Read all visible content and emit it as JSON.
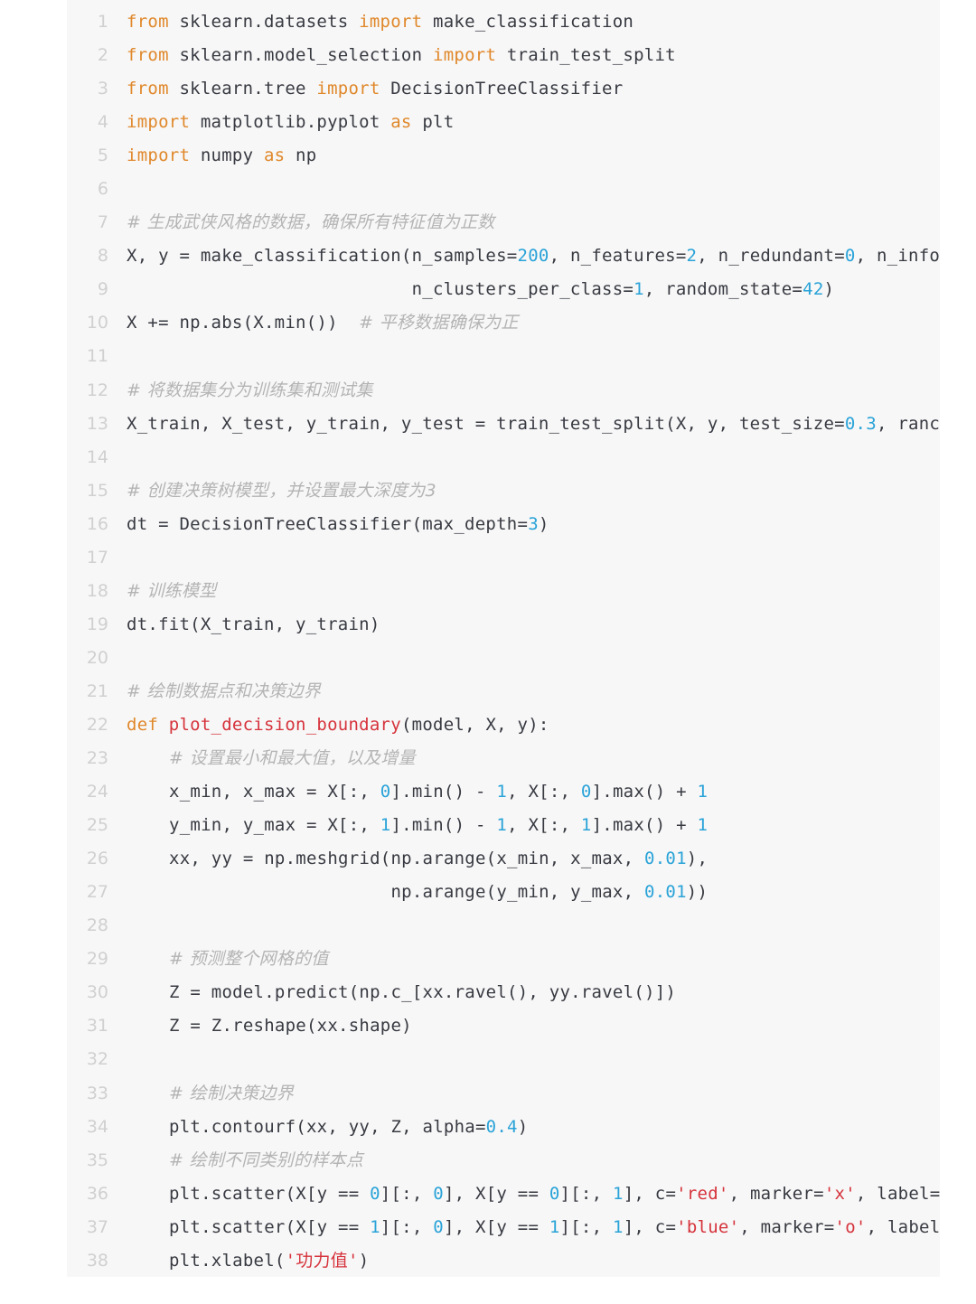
{
  "editor": {
    "colors": {
      "background": "#f7f7f7",
      "text": "#383a42",
      "keyword": "#e0882b",
      "number": "#2aa3d8",
      "string": "#d6333c",
      "function_name": "#d6333c",
      "comment": "#b4b4b4",
      "line_number": "#d0d0d0"
    },
    "lines": [
      {
        "n": "1",
        "indent": 0,
        "tokens": [
          {
            "t": "from",
            "c": "kw"
          },
          {
            "t": " sklearn.datasets "
          },
          {
            "t": "import",
            "c": "kw"
          },
          {
            "t": " make_classification"
          }
        ]
      },
      {
        "n": "2",
        "indent": 0,
        "tokens": [
          {
            "t": "from",
            "c": "kw"
          },
          {
            "t": " sklearn.model_selection "
          },
          {
            "t": "import",
            "c": "kw"
          },
          {
            "t": " train_test_split"
          }
        ]
      },
      {
        "n": "3",
        "indent": 0,
        "tokens": [
          {
            "t": "from",
            "c": "kw"
          },
          {
            "t": " sklearn.tree "
          },
          {
            "t": "import",
            "c": "kw"
          },
          {
            "t": " DecisionTreeClassifier"
          }
        ]
      },
      {
        "n": "4",
        "indent": 0,
        "tokens": [
          {
            "t": "import",
            "c": "kw"
          },
          {
            "t": " matplotlib.pyplot "
          },
          {
            "t": "as",
            "c": "kw"
          },
          {
            "t": " plt"
          }
        ]
      },
      {
        "n": "5",
        "indent": 0,
        "tokens": [
          {
            "t": "import",
            "c": "kw"
          },
          {
            "t": " numpy "
          },
          {
            "t": "as",
            "c": "kw"
          },
          {
            "t": " np"
          }
        ]
      },
      {
        "n": "6",
        "indent": 0,
        "tokens": []
      },
      {
        "n": "7",
        "indent": 0,
        "tokens": [
          {
            "t": "# 生成武侠风格的数据，确保所有特征值为正数",
            "c": "cm"
          }
        ]
      },
      {
        "n": "8",
        "indent": 0,
        "tokens": [
          {
            "t": "X, y = make_classification(n_samples="
          },
          {
            "t": "200",
            "c": "num"
          },
          {
            "t": ", n_features="
          },
          {
            "t": "2",
            "c": "num"
          },
          {
            "t": ", n_redundant="
          },
          {
            "t": "0",
            "c": "num"
          },
          {
            "t": ", n_info"
          }
        ]
      },
      {
        "n": "9",
        "indent": 0,
        "tokens": [
          {
            "t": "                           n_clusters_per_class="
          },
          {
            "t": "1",
            "c": "num"
          },
          {
            "t": ", random_state="
          },
          {
            "t": "42",
            "c": "num"
          },
          {
            "t": ")"
          }
        ]
      },
      {
        "n": "10",
        "indent": 0,
        "tokens": [
          {
            "t": "X += np.abs(X.min())  "
          },
          {
            "t": "# 平移数据确保为正",
            "c": "cm"
          }
        ]
      },
      {
        "n": "11",
        "indent": 0,
        "tokens": []
      },
      {
        "n": "12",
        "indent": 0,
        "tokens": [
          {
            "t": "# 将数据集分为训练集和测试集",
            "c": "cm"
          }
        ]
      },
      {
        "n": "13",
        "indent": 0,
        "tokens": [
          {
            "t": "X_train, X_test, y_train, y_test = train_test_split(X, y, test_size="
          },
          {
            "t": "0.3",
            "c": "num"
          },
          {
            "t": ", ranc"
          }
        ]
      },
      {
        "n": "14",
        "indent": 0,
        "tokens": []
      },
      {
        "n": "15",
        "indent": 0,
        "tokens": [
          {
            "t": "# 创建决策树模型，并设置最大深度为3",
            "c": "cm"
          }
        ]
      },
      {
        "n": "16",
        "indent": 0,
        "tokens": [
          {
            "t": "dt = DecisionTreeClassifier(max_depth="
          },
          {
            "t": "3",
            "c": "num"
          },
          {
            "t": ")"
          }
        ]
      },
      {
        "n": "17",
        "indent": 0,
        "tokens": []
      },
      {
        "n": "18",
        "indent": 0,
        "tokens": [
          {
            "t": "# 训练模型",
            "c": "cm"
          }
        ]
      },
      {
        "n": "19",
        "indent": 0,
        "tokens": [
          {
            "t": "dt.fit(X_train, y_train)"
          }
        ]
      },
      {
        "n": "20",
        "indent": 0,
        "tokens": []
      },
      {
        "n": "21",
        "indent": 0,
        "tokens": [
          {
            "t": "# 绘制数据点和决策边界",
            "c": "cm"
          }
        ]
      },
      {
        "n": "22",
        "indent": 0,
        "tokens": [
          {
            "t": "def",
            "c": "kw"
          },
          {
            "t": " "
          },
          {
            "t": "plot_decision_boundary",
            "c": "fn"
          },
          {
            "t": "(model, X, y):"
          }
        ]
      },
      {
        "n": "23",
        "indent": 1,
        "tokens": [
          {
            "t": "# 设置最小和最大值，以及增量",
            "c": "cm"
          }
        ]
      },
      {
        "n": "24",
        "indent": 1,
        "tokens": [
          {
            "t": "x_min, x_max = X[:, "
          },
          {
            "t": "0",
            "c": "num"
          },
          {
            "t": "].min() - "
          },
          {
            "t": "1",
            "c": "num"
          },
          {
            "t": ", X[:, "
          },
          {
            "t": "0",
            "c": "num"
          },
          {
            "t": "].max() + "
          },
          {
            "t": "1",
            "c": "num"
          }
        ]
      },
      {
        "n": "25",
        "indent": 1,
        "tokens": [
          {
            "t": "y_min, y_max = X[:, "
          },
          {
            "t": "1",
            "c": "num"
          },
          {
            "t": "].min() - "
          },
          {
            "t": "1",
            "c": "num"
          },
          {
            "t": ", X[:, "
          },
          {
            "t": "1",
            "c": "num"
          },
          {
            "t": "].max() + "
          },
          {
            "t": "1",
            "c": "num"
          }
        ]
      },
      {
        "n": "26",
        "indent": 1,
        "tokens": [
          {
            "t": "xx, yy = np.meshgrid(np.arange(x_min, x_max, "
          },
          {
            "t": "0.01",
            "c": "num"
          },
          {
            "t": "),"
          }
        ]
      },
      {
        "n": "27",
        "indent": 1,
        "tokens": [
          {
            "t": "                     np.arange(y_min, y_max, "
          },
          {
            "t": "0.01",
            "c": "num"
          },
          {
            "t": "))"
          }
        ]
      },
      {
        "n": "28",
        "indent": 0,
        "tokens": []
      },
      {
        "n": "29",
        "indent": 1,
        "tokens": [
          {
            "t": "# 预测整个网格的值",
            "c": "cm"
          }
        ]
      },
      {
        "n": "30",
        "indent": 1,
        "tokens": [
          {
            "t": "Z = model.predict(np.c_[xx.ravel(), yy.ravel()])"
          }
        ]
      },
      {
        "n": "31",
        "indent": 1,
        "tokens": [
          {
            "t": "Z = Z.reshape(xx.shape)"
          }
        ]
      },
      {
        "n": "32",
        "indent": 0,
        "tokens": []
      },
      {
        "n": "33",
        "indent": 1,
        "tokens": [
          {
            "t": "# 绘制决策边界",
            "c": "cm"
          }
        ]
      },
      {
        "n": "34",
        "indent": 1,
        "tokens": [
          {
            "t": "plt.contourf(xx, yy, Z, alpha="
          },
          {
            "t": "0.4",
            "c": "num"
          },
          {
            "t": ")"
          }
        ]
      },
      {
        "n": "35",
        "indent": 1,
        "tokens": [
          {
            "t": "# 绘制不同类别的样本点",
            "c": "cm"
          }
        ]
      },
      {
        "n": "36",
        "indent": 1,
        "tokens": [
          {
            "t": "plt.scatter(X[y == "
          },
          {
            "t": "0",
            "c": "num"
          },
          {
            "t": "][:, "
          },
          {
            "t": "0",
            "c": "num"
          },
          {
            "t": "], X[y == "
          },
          {
            "t": "0",
            "c": "num"
          },
          {
            "t": "][:, "
          },
          {
            "t": "1",
            "c": "num"
          },
          {
            "t": "], c="
          },
          {
            "t": "'red'",
            "c": "str"
          },
          {
            "t": ", marker="
          },
          {
            "t": "'x'",
            "c": "str"
          },
          {
            "t": ", label="
          }
        ]
      },
      {
        "n": "37",
        "indent": 1,
        "tokens": [
          {
            "t": "plt.scatter(X[y == "
          },
          {
            "t": "1",
            "c": "num"
          },
          {
            "t": "][:, "
          },
          {
            "t": "0",
            "c": "num"
          },
          {
            "t": "], X[y == "
          },
          {
            "t": "1",
            "c": "num"
          },
          {
            "t": "][:, "
          },
          {
            "t": "1",
            "c": "num"
          },
          {
            "t": "], c="
          },
          {
            "t": "'blue'",
            "c": "str"
          },
          {
            "t": ", marker="
          },
          {
            "t": "'o'",
            "c": "str"
          },
          {
            "t": ", label"
          }
        ]
      },
      {
        "n": "38",
        "indent": 1,
        "tokens": [
          {
            "t": "plt.xlabel("
          },
          {
            "t": "'功力值'",
            "c": "str"
          },
          {
            "t": ")"
          }
        ]
      }
    ]
  }
}
